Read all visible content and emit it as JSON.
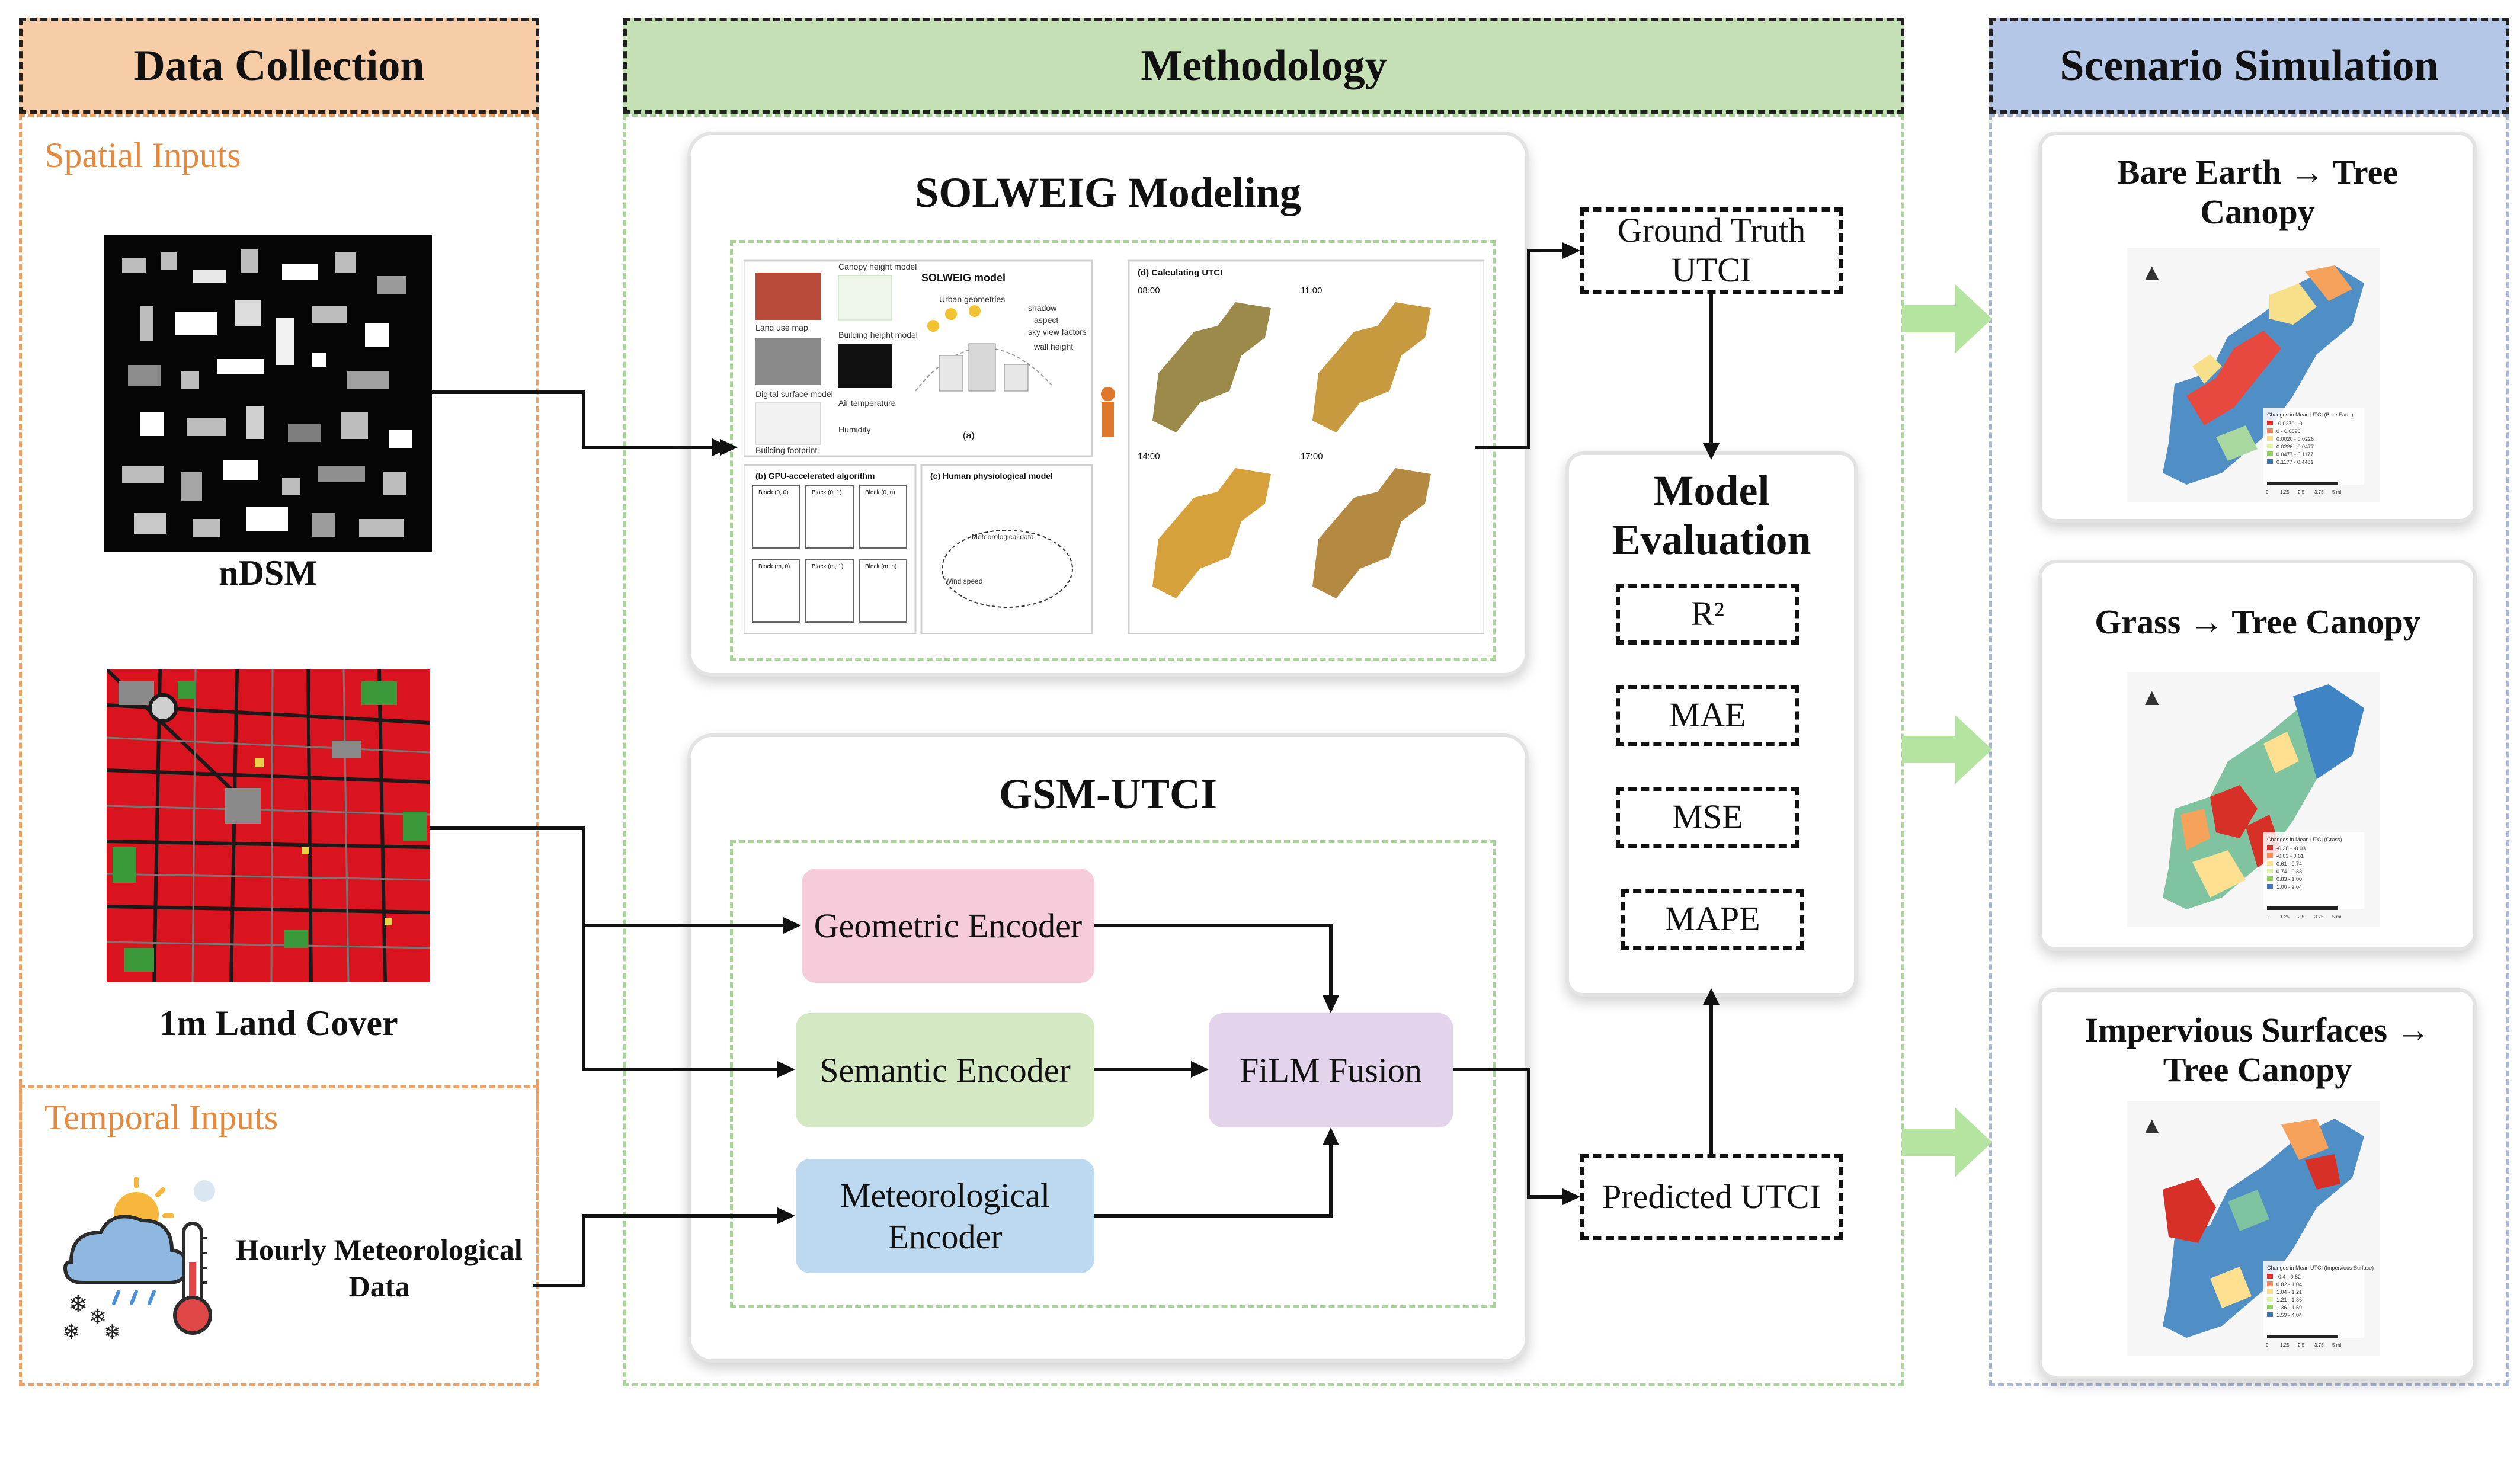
{
  "sections": {
    "data_collection": "Data Collection",
    "methodology": "Methodology",
    "scenario_simulation": "Scenario Simulation"
  },
  "data_collection": {
    "spatial_inputs": "Spatial Inputs",
    "ndsm_label": "nDSM",
    "land_cover_label": "1m Land Cover",
    "temporal_inputs": "Temporal Inputs",
    "meteo_label": "Hourly Meteorological Data"
  },
  "methodology": {
    "solweig_title": "SOLWEIG Modeling",
    "gsm_title": "GSM-UTCI",
    "solweig_figure": {
      "canopy_height_model": "Canopy height model",
      "land_use_map": "Land use map",
      "solweig_model": "SOLWEIG model",
      "urban_geometries": "Urban geometries",
      "shadow": "shadow",
      "aspect": "aspect",
      "sky_view_factors": "sky view factors",
      "wall_height": "wall height",
      "building_height_model": "Building height model",
      "digital_surface_model": "Digital surface model",
      "building_footprint": "Building footprint",
      "air_temperature": "Air temperature",
      "humidity": "Humidity",
      "panel_a": "(a)",
      "panel_b": "(b) GPU-accelerated algorithm",
      "panel_c": "(c) Human physiological model",
      "panel_d": "(d) Calculating UTCI",
      "blocks": [
        "Block (0, 0)",
        "Block (0, 1)",
        "Block (0, n)",
        "Block (m, 0)",
        "Block (m, 1)",
        "Block (m, n)"
      ],
      "meteorological_data": "Meteorological data",
      "wind_speed": "Wind speed",
      "times": [
        "08:00",
        "11:00",
        "14:00",
        "17:00"
      ]
    },
    "geometric_encoder": "Geometric Encoder",
    "semantic_encoder": "Semantic Encoder",
    "meteorological_encoder": "Meteorological Encoder",
    "film_fusion": "FiLM Fusion",
    "ground_truth": "Ground Truth UTCI",
    "predicted": "Predicted UTCI",
    "model_evaluation": "Model Evaluation",
    "metrics": [
      "R²",
      "MAE",
      "MSE",
      "MAPE"
    ]
  },
  "scenarios": [
    {
      "title": "Bare Earth → Tree Canopy",
      "legend_title": "Changes in Mean UTCI (Bare Earth)",
      "legend": [
        "-0.0270 - 0",
        "0 - 0.0020",
        "0.0020 - 0.0226",
        "0.0226 - 0.0477",
        "0.0477 - 0.1177",
        "0.1177 - 0.4481"
      ]
    },
    {
      "title": "Grass → Tree Canopy",
      "legend_title": "Changes in Mean UTCI (Grass)",
      "legend": [
        "-0.38 - -0.03",
        "-0.03 - 0.61",
        "0.61 - 0.74",
        "0.74 - 0.83",
        "0.83 - 1.00",
        "1.00 - 2.04"
      ]
    },
    {
      "title": "Impervious Surfaces → Tree Canopy",
      "legend_title": "Changes in Mean UTCI (Impervious Surface)",
      "legend": [
        "-0.4 - 0.82",
        "0.82 - 1.04",
        "1.04 - 1.21",
        "1.21 - 1.36",
        "1.36 - 1.59",
        "1.59 - 4.04"
      ]
    }
  ],
  "scale_labels": [
    "0",
    "1.25",
    "2.5",
    "3.75",
    "5 mi"
  ],
  "colors": {
    "data_collection_header": "#f7cda8",
    "methodology_header": "#c5e0b4",
    "scenario_header": "#b4c7e7",
    "geometric": "#f6cbda",
    "semantic": "#d4e8c4",
    "meteorological": "#bcd9ef",
    "film": "#e3d4eb",
    "arrow_green": "#b5e3a0"
  },
  "icons": [
    "weather-icon",
    "thermometer-icon",
    "north-arrow-icon"
  ]
}
